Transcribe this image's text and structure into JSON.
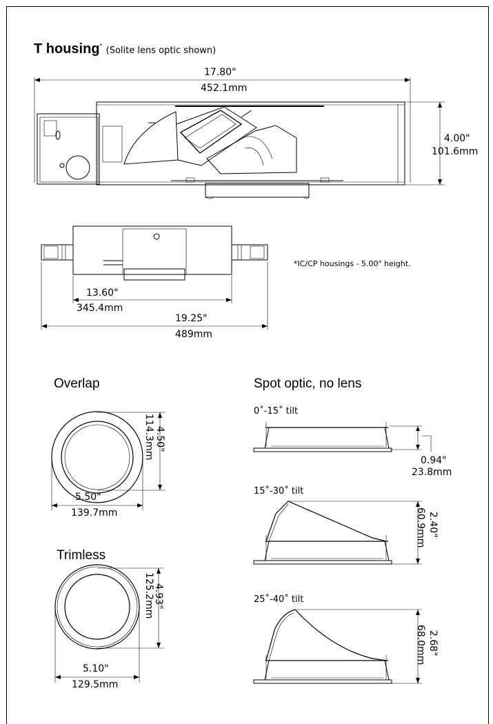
{
  "header": {
    "title": "T housing",
    "title_mark": "*",
    "subtitle": "(Solite lens optic shown)"
  },
  "housing_side": {
    "width_in": "17.80\"",
    "width_mm": "452.1mm",
    "height_in": "4.00\"",
    "height_mm": "101.6mm"
  },
  "housing_top": {
    "inner_in": "13.60\"",
    "inner_mm": "345.4mm",
    "outer_in": "19.25\"",
    "outer_mm": "489mm",
    "note": "*IC/CP housings - 5.00\" height."
  },
  "overlap": {
    "heading": "Overlap",
    "diam_in": "5.50\"",
    "diam_mm": "139.7mm",
    "hole_in": "4.50\"",
    "hole_mm": "114.3mm"
  },
  "trimless": {
    "heading": "Trimless",
    "diam_in": "5.10\"",
    "diam_mm": "129.5mm",
    "hole_in": "4.93\"",
    "hole_mm": "125.2mm"
  },
  "spot": {
    "heading": "Spot optic, no lens",
    "tilts": [
      {
        "label": "0˚-15˚ tilt",
        "dim_in": "0.94\"",
        "dim_mm": "23.8mm"
      },
      {
        "label": "15˚-30˚ tilt",
        "dim_in": "2.40\"",
        "dim_mm": "60.9mm"
      },
      {
        "label": "25˚-40˚ tilt",
        "dim_in": "2.68\"",
        "dim_mm": "68.0mm"
      }
    ]
  }
}
